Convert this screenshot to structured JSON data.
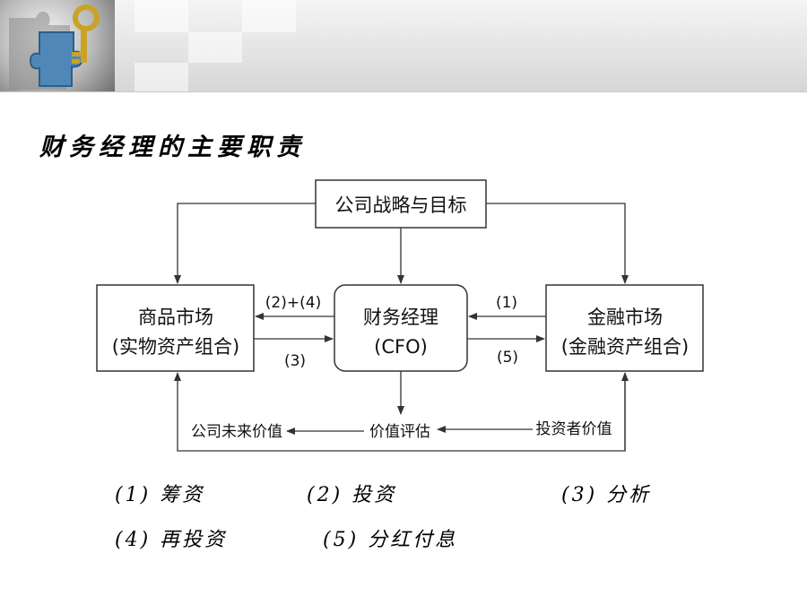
{
  "title": "财务经理的主要职责",
  "diagram": {
    "top_box": "公司战略与目标",
    "left_box": {
      "line1": "商品市场",
      "line2": "(实物资产组合)"
    },
    "center_box": {
      "line1": "财务经理",
      "line2": "(CFO)"
    },
    "right_box": {
      "line1": "金融市场",
      "line2": "(金融资产组合)"
    },
    "arrow_labels": {
      "center_to_left": "(2)+(4)",
      "left_to_center": "(3)",
      "right_to_center": "(1)",
      "center_to_right": "(5)"
    },
    "bottom_labels": {
      "left": "公司未来价值",
      "center": "价值评估",
      "right": "投资者价值"
    }
  },
  "legend": [
    {
      "num": "(1)",
      "text": "筹资"
    },
    {
      "num": "(2)",
      "text": "投资"
    },
    {
      "num": "(3)",
      "text": "分析"
    },
    {
      "num": "(4)",
      "text": "再投资"
    },
    {
      "num": "(5)",
      "text": "分红付息"
    }
  ]
}
